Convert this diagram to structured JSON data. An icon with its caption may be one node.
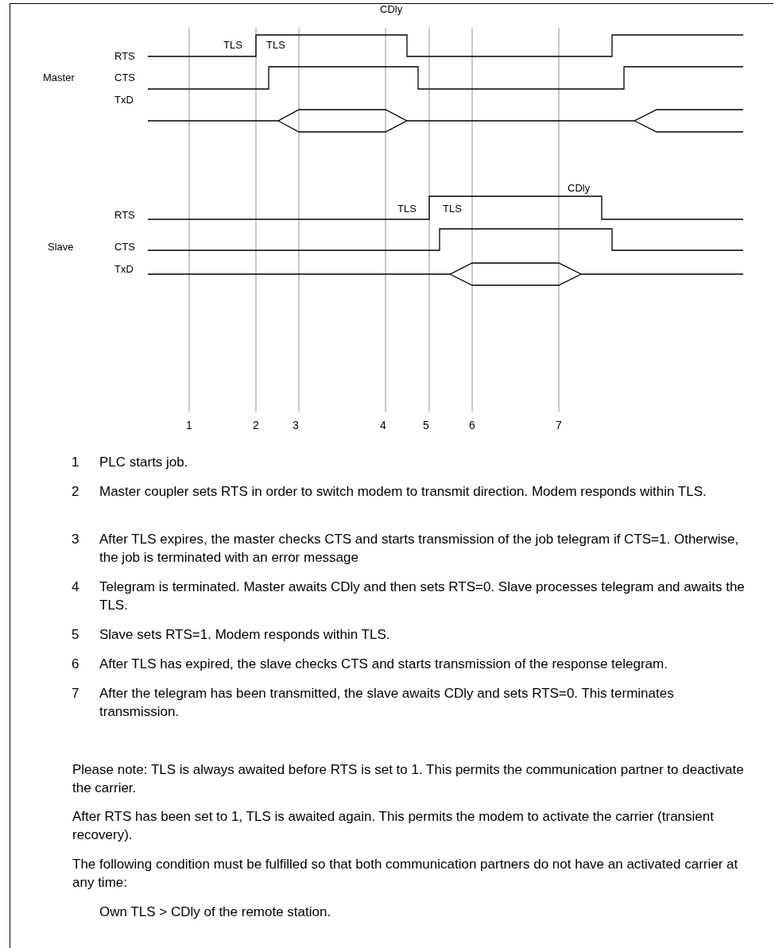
{
  "diagram": {
    "labels": [
      "CDly",
      "TLS",
      "TLS",
      "RTS",
      "Master",
      "CTS",
      "TxD",
      "CDly",
      "TLS",
      "TLS",
      "RTS",
      "Slave",
      "CTS",
      "TxD",
      "1",
      "2",
      "3",
      "4",
      "5",
      "6",
      "7",
      "1",
      "PLC starts job.",
      "2",
      "Master coupler sets RTS in order to switch modem to transmit direction. Modem responds within TLS.",
      "3",
      "After TLS expires, the master checks CTS and starts transmission of the job telegram if CTS=1. Otherwise, the job is terminated with an error message",
      "4",
      "Telegram is terminated. Master awaits CDly and then sets RTS=0. Slave processes telegram and awaits the TLS.",
      "5",
      "Slave sets RTS=1. Modem responds within TLS.",
      "6",
      "After TLS has expired, the slave checks CTS and starts transmission of the response telegram.",
      "7",
      "After the telegram has been transmitted, the slave awaits CDly and sets RTS=0. This terminates transmission.",
      "Please note: TLS is always awaited before RTS is set to 1. This permits the communication partner to deactivate the carrier.",
      "After RTS has been set to 1, TLS is awaited again. This permits the modem to activate the carrier (transient recovery).",
      "The following condition must be fulfilled so that both communication partners do not have an activated carrier at any time:",
      "Own TLS > CDly of the remote station."
    ]
  }
}
